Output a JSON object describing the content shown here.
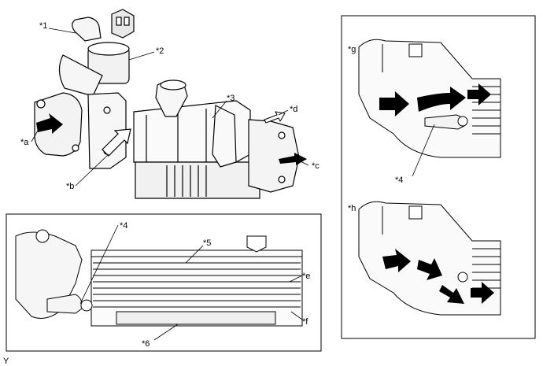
{
  "labels": {
    "a": "*a",
    "b": "*b",
    "c": "*c",
    "d": "*d",
    "e": "*e",
    "f": "*f",
    "g": "*g",
    "h": "*h",
    "n1": "*1",
    "n2": "*2",
    "n3": "*3",
    "n4_bottom": "*4",
    "n4_g": "*4",
    "n5": "*5",
    "n6": "*6"
  },
  "figure_code": "Y"
}
